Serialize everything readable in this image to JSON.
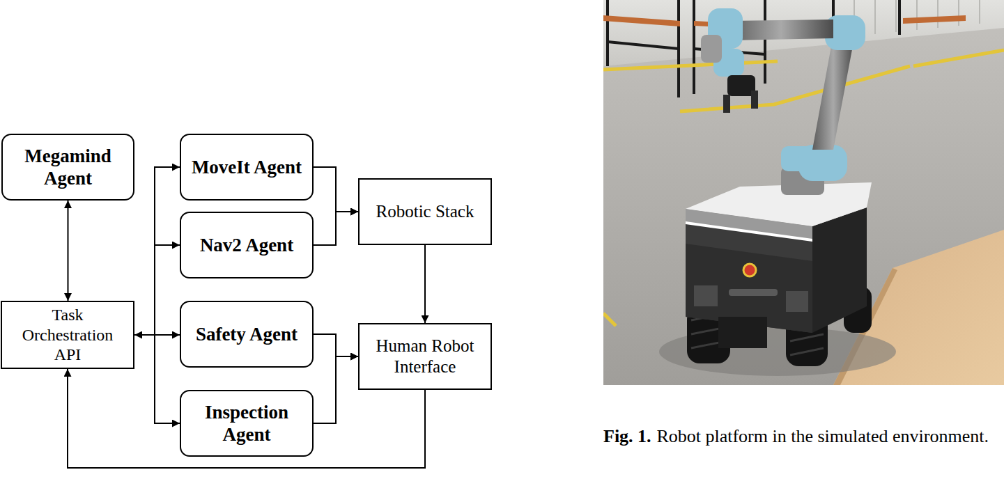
{
  "diagram": {
    "caption": "Robot platform in the simulated environment.",
    "nodes": [
      {
        "text": [
          "Megamind Agent"
        ]
      },
      {
        "text": [
          "Task Orchestration API"
        ]
      },
      {
        "text": [
          "MoveIt Agent"
        ]
      },
      {
        "text": [
          "Nav2 Agent"
        ]
      },
      {
        "text": [
          "Safety Agent"
        ]
      },
      {
        "text": [
          "Inspection Agent"
        ]
      },
      {
        "text": [
          "Robotic Stack"
        ]
      },
      {
        "text": [
          "Human Robot Interface"
        ]
      }
    ],
    "edges": [
      {
        "from": 0,
        "to": 1,
        "arrow": "both"
      },
      {
        "from": 1,
        "to": 2,
        "arrow": "to"
      },
      {
        "from": 1,
        "to": 3,
        "arrow": "to"
      },
      {
        "from": 1,
        "to": 4,
        "arrow": "both"
      },
      {
        "from": 1,
        "to": 5,
        "arrow": "to"
      },
      {
        "from": 2,
        "to": 6,
        "arrow": "to"
      },
      {
        "from": 3,
        "to": 6,
        "arrow": "to"
      },
      {
        "from": 4,
        "to": 7,
        "arrow": "to"
      },
      {
        "from": 5,
        "to": 7,
        "arrow": "to"
      },
      {
        "from": 6,
        "to": 7,
        "arrow": "to"
      },
      {
        "from": 7,
        "to": 1,
        "arrow": "to"
      }
    ],
    "labels": [
      "Fig. 1."
    ]
  }
}
